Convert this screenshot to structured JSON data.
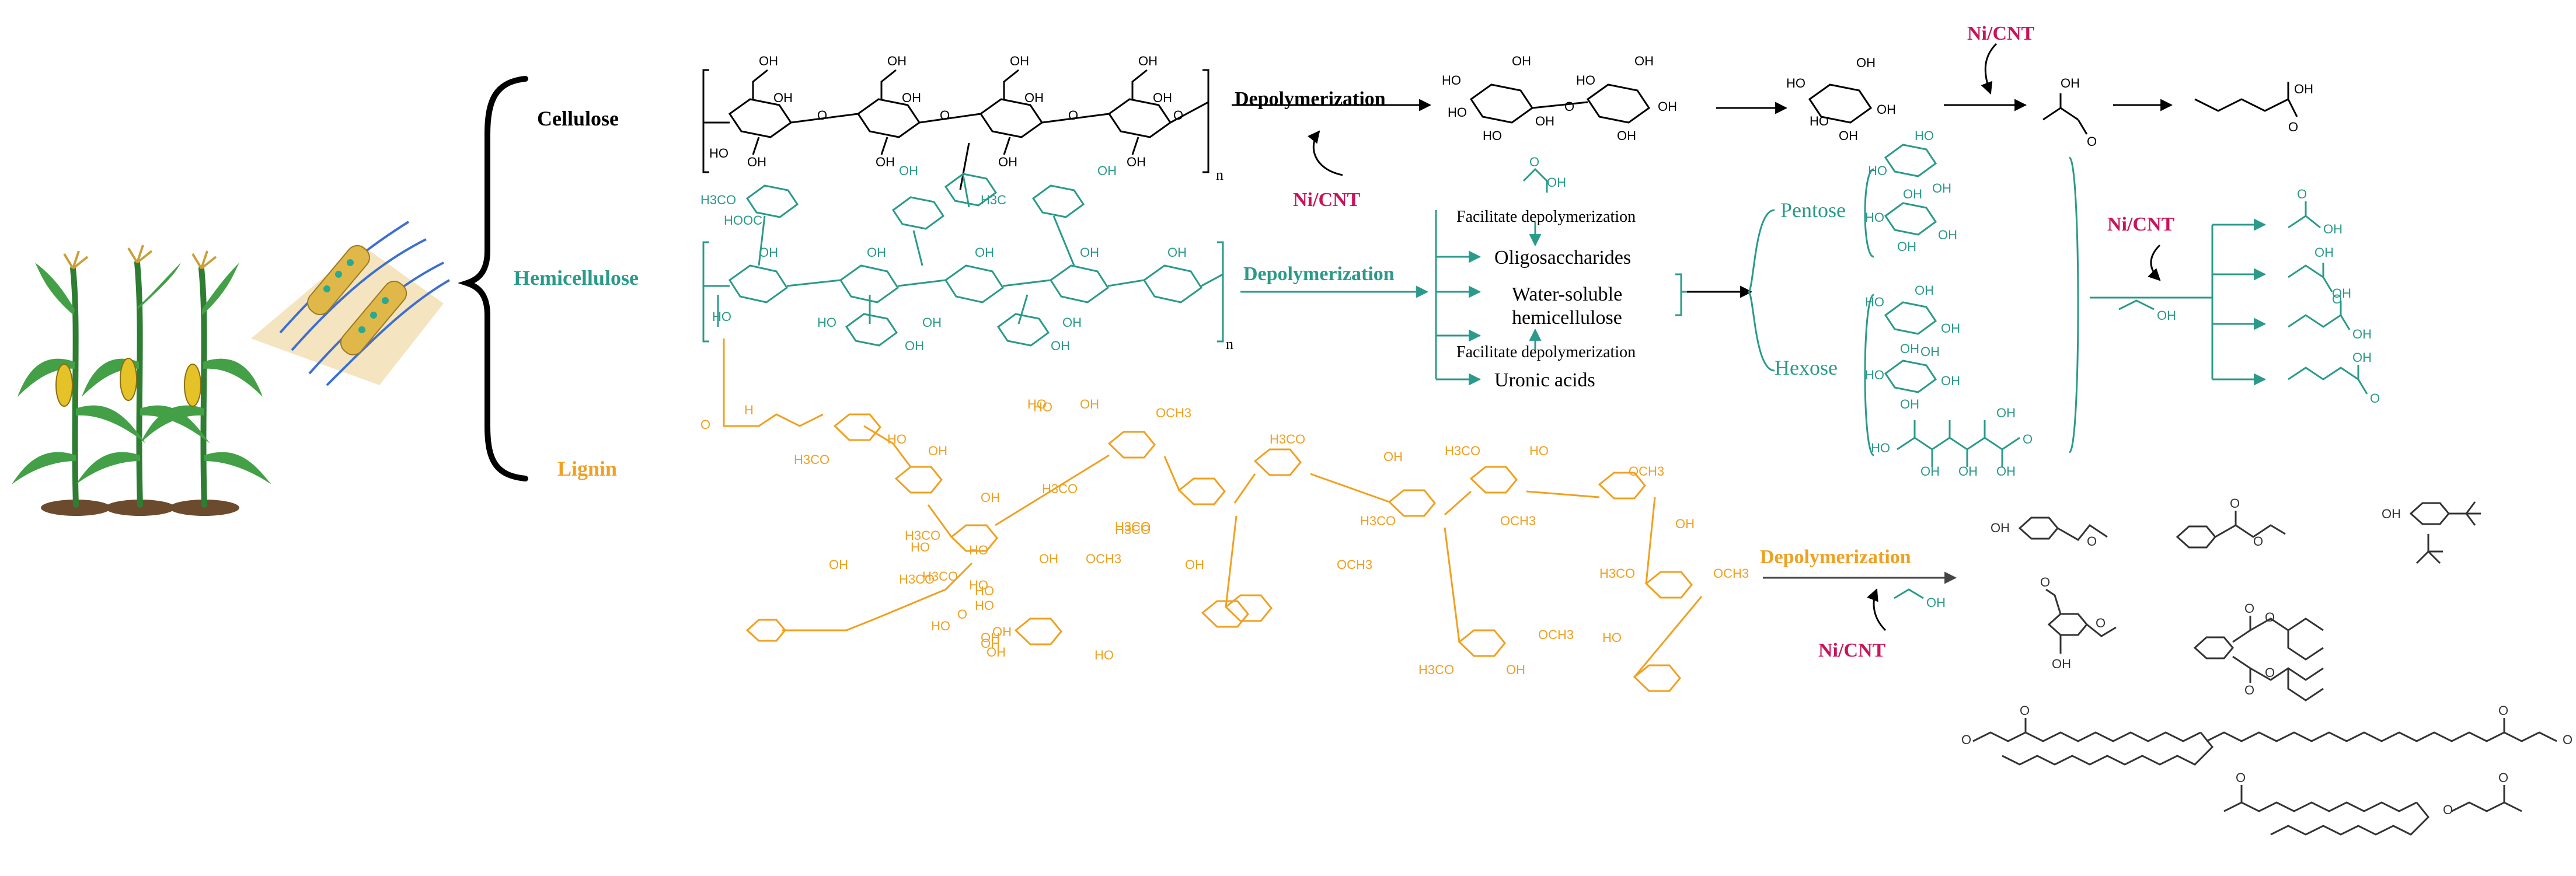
{
  "colors": {
    "cellulose": "#000000",
    "hemicellulose": "#2a9a8a",
    "lignin": "#f0a020",
    "catalyst": "#c8145a",
    "product": "#333333"
  },
  "components": {
    "cellulose": "Cellulose",
    "hemicellulose": "Hemicellulose",
    "lignin": "Lignin"
  },
  "process": {
    "depoly_cellulose": "Depolymerization",
    "depoly_hemicellulose": "Depolymerization",
    "depoly_lignin": "Depolymerization",
    "catalyst_cellulose": "Ni/CNT",
    "catalyst_top": "Ni/CNT",
    "catalyst_sugars": "Ni/CNT",
    "catalyst_lignin": "Ni/CNT"
  },
  "hemicellulose_steps": {
    "facilitate_top": "Facilitate depolymerization",
    "oligosaccharides": "Oligosaccharides",
    "water_soluble_1": "Water-soluble",
    "water_soluble_2": "hemicellulose",
    "facilitate_bottom": "Facilitate depolymerization",
    "uronic_acids": "Uronic acids"
  },
  "sugars": {
    "pentose": "Pentose",
    "hexose": "Hexose"
  },
  "polymer_subscripts": {
    "cellulose_n": "n",
    "hemicellulose_n": "n"
  },
  "atoms": {
    "oh": "OH",
    "o": "O",
    "ho": "HO",
    "h3co": "H3CO",
    "och3": "OCH3",
    "hooc": "HOOC",
    "h3c": "H3C",
    "h": "H"
  }
}
